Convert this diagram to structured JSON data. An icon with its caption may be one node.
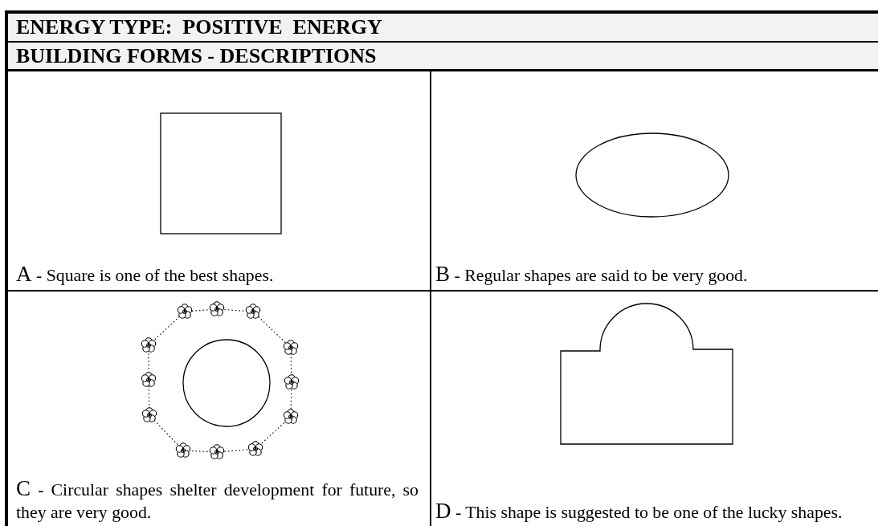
{
  "diagram": {
    "nodes": [
      {
        "text": [
          "ENERGY TYPE:  POSITIVE  ENERGY"
        ]
      },
      {
        "text": [
          "BUILDING FORMS - DESCRIPTIONS"
        ]
      },
      {
        "text": [
          "A - Square is one of the best shapes."
        ]
      },
      {
        "text": [
          "B - Regular shapes are said to be very good."
        ]
      },
      {
        "text": [
          "C - Circular shapes shelter development for future, so they are very good."
        ]
      },
      {
        "text": [
          "D - This shape is suggested to be one of the lucky shapes."
        ]
      }
    ]
  }
}
